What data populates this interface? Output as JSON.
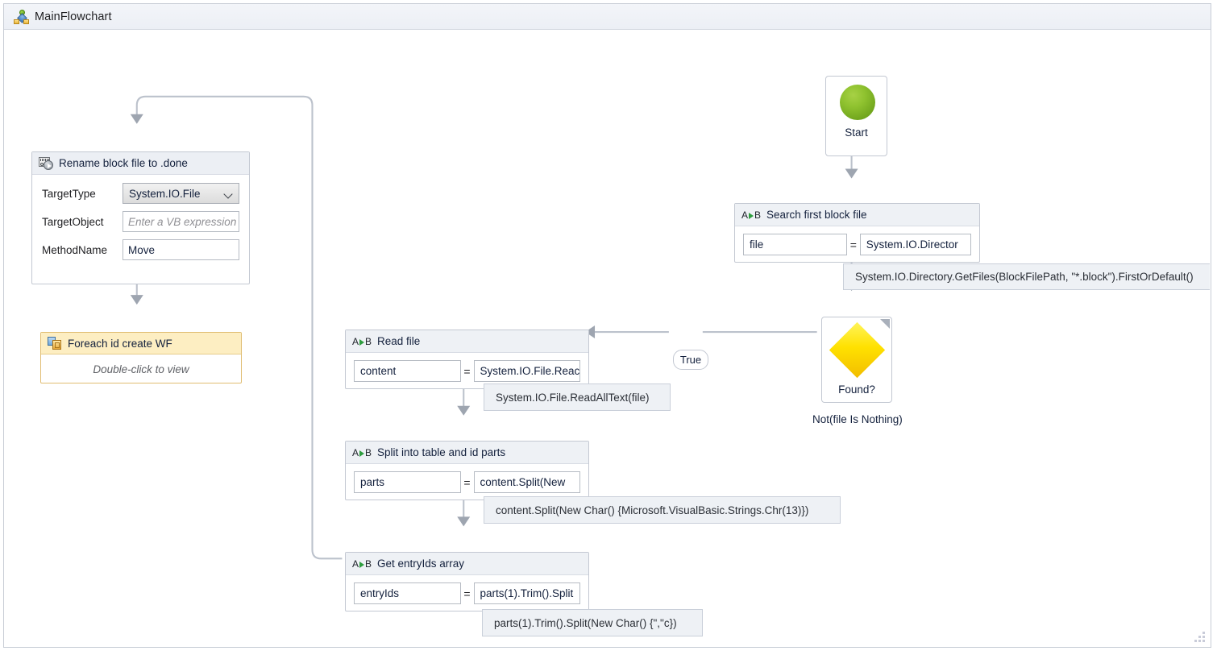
{
  "window": {
    "breadcrumb": "MainFlowchart",
    "breadcrumb_icon": "flowchart-icon"
  },
  "nodes": {
    "start": {
      "label": "Start",
      "icon": "green-circle-start-icon"
    },
    "search": {
      "icon": "assign-ab-icon",
      "title": "Search first block file",
      "to": "file",
      "equals": "=",
      "value": "System.IO.Director",
      "tooltip": "System.IO.Directory.GetFiles(BlockFilePath, \"*.block\").FirstOrDefault()"
    },
    "found": {
      "label": "Found?",
      "condition": "Not(file Is Nothing)",
      "icon": "yellow-diamond-decision-icon"
    },
    "true_edge": {
      "label": "True"
    },
    "read": {
      "icon": "assign-ab-icon",
      "title": "Read file",
      "to": "content",
      "equals": "=",
      "value": "System.IO.File.Reac",
      "tooltip": "System.IO.File.ReadAllText(file)"
    },
    "split": {
      "icon": "assign-ab-icon",
      "title": "Split into table and id parts",
      "to": "parts",
      "equals": "=",
      "value": "content.Split(New ",
      "tooltip": "content.Split(New Char() {Microsoft.VisualBasic.Strings.Chr(13)})"
    },
    "entry": {
      "icon": "assign-ab-icon",
      "title": "Get entryIds array",
      "to": "entryIds",
      "equals": "=",
      "value": "parts(1).Trim().Split",
      "tooltip": "parts(1).Trim().Split(New Char() {\",\"c})"
    },
    "rename": {
      "icon": "invoke-method-icon",
      "title": "Rename block file to .done",
      "fields": [
        {
          "label": "TargetType",
          "value": "System.IO.File",
          "kind": "combo"
        },
        {
          "label": "TargetObject",
          "value": "",
          "kind": "text",
          "placeholder": "Enter a VB expression"
        },
        {
          "label": "MethodName",
          "value": "Move",
          "kind": "text",
          "placeholder": ""
        }
      ]
    },
    "foreach": {
      "icon": "foreach-icon",
      "title": "Foreach id create WF",
      "hint": "Double-click to view"
    }
  },
  "colors": {
    "start_green": "#8fc22f",
    "decision_yellow": "#ffe100",
    "foreach_header": "#fdeec2",
    "node_header": "#eef1f5",
    "wire": "#bcc2cc",
    "tooltip_bg": "#eef1f5"
  }
}
